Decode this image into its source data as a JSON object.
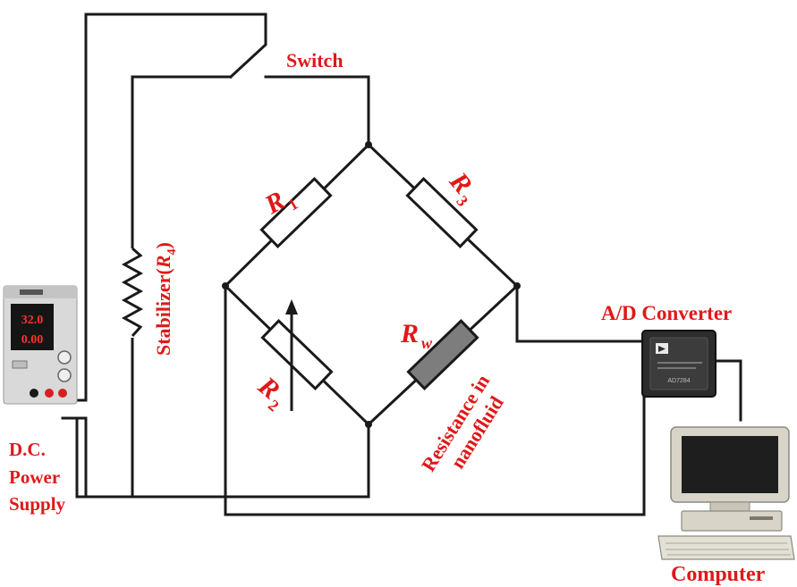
{
  "labels": {
    "switch": "Switch",
    "r1_main": "R",
    "r1_sub": "1",
    "r2_main": "R",
    "r2_sub": "2",
    "r3_main": "R",
    "r3_sub": "3",
    "rw_main": "R",
    "rw_sub": "w",
    "stabilizer_text": "Stabilizer",
    "stabilizer_r": "R",
    "stabilizer_sub": "4",
    "nanofluid_line1": "Resistance in",
    "nanofluid_line2": "nanofluid",
    "ad_converter": "A/D Converter",
    "power_line1": "D.C.",
    "power_line2": "Power",
    "power_line3": "Supply",
    "computer": "Computer",
    "psu_display_top": "32.0",
    "psu_display_bottom": "0.00",
    "adc_chip_text": "AD7284"
  },
  "colors": {
    "label_red": "#e01818",
    "wire": "#1a1a1a",
    "rw_fill": "#7d7d7d"
  }
}
